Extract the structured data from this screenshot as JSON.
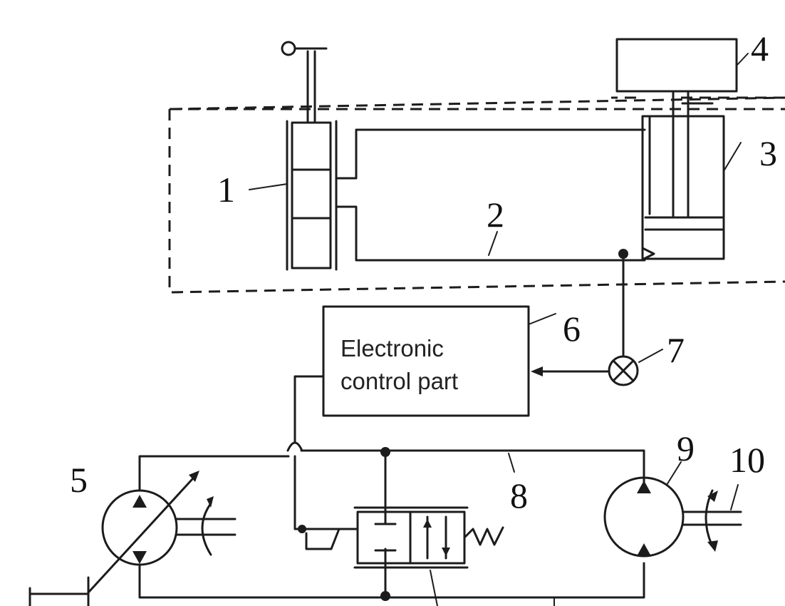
{
  "labels": {
    "l1": "1",
    "l2": "2",
    "l3": "3",
    "l4": "4",
    "l5": "5",
    "l6": "6",
    "l7": "7",
    "l8": "8",
    "l9": "9",
    "l10": "10"
  },
  "control_box": {
    "line1": "Electronic",
    "line2": "control part"
  }
}
